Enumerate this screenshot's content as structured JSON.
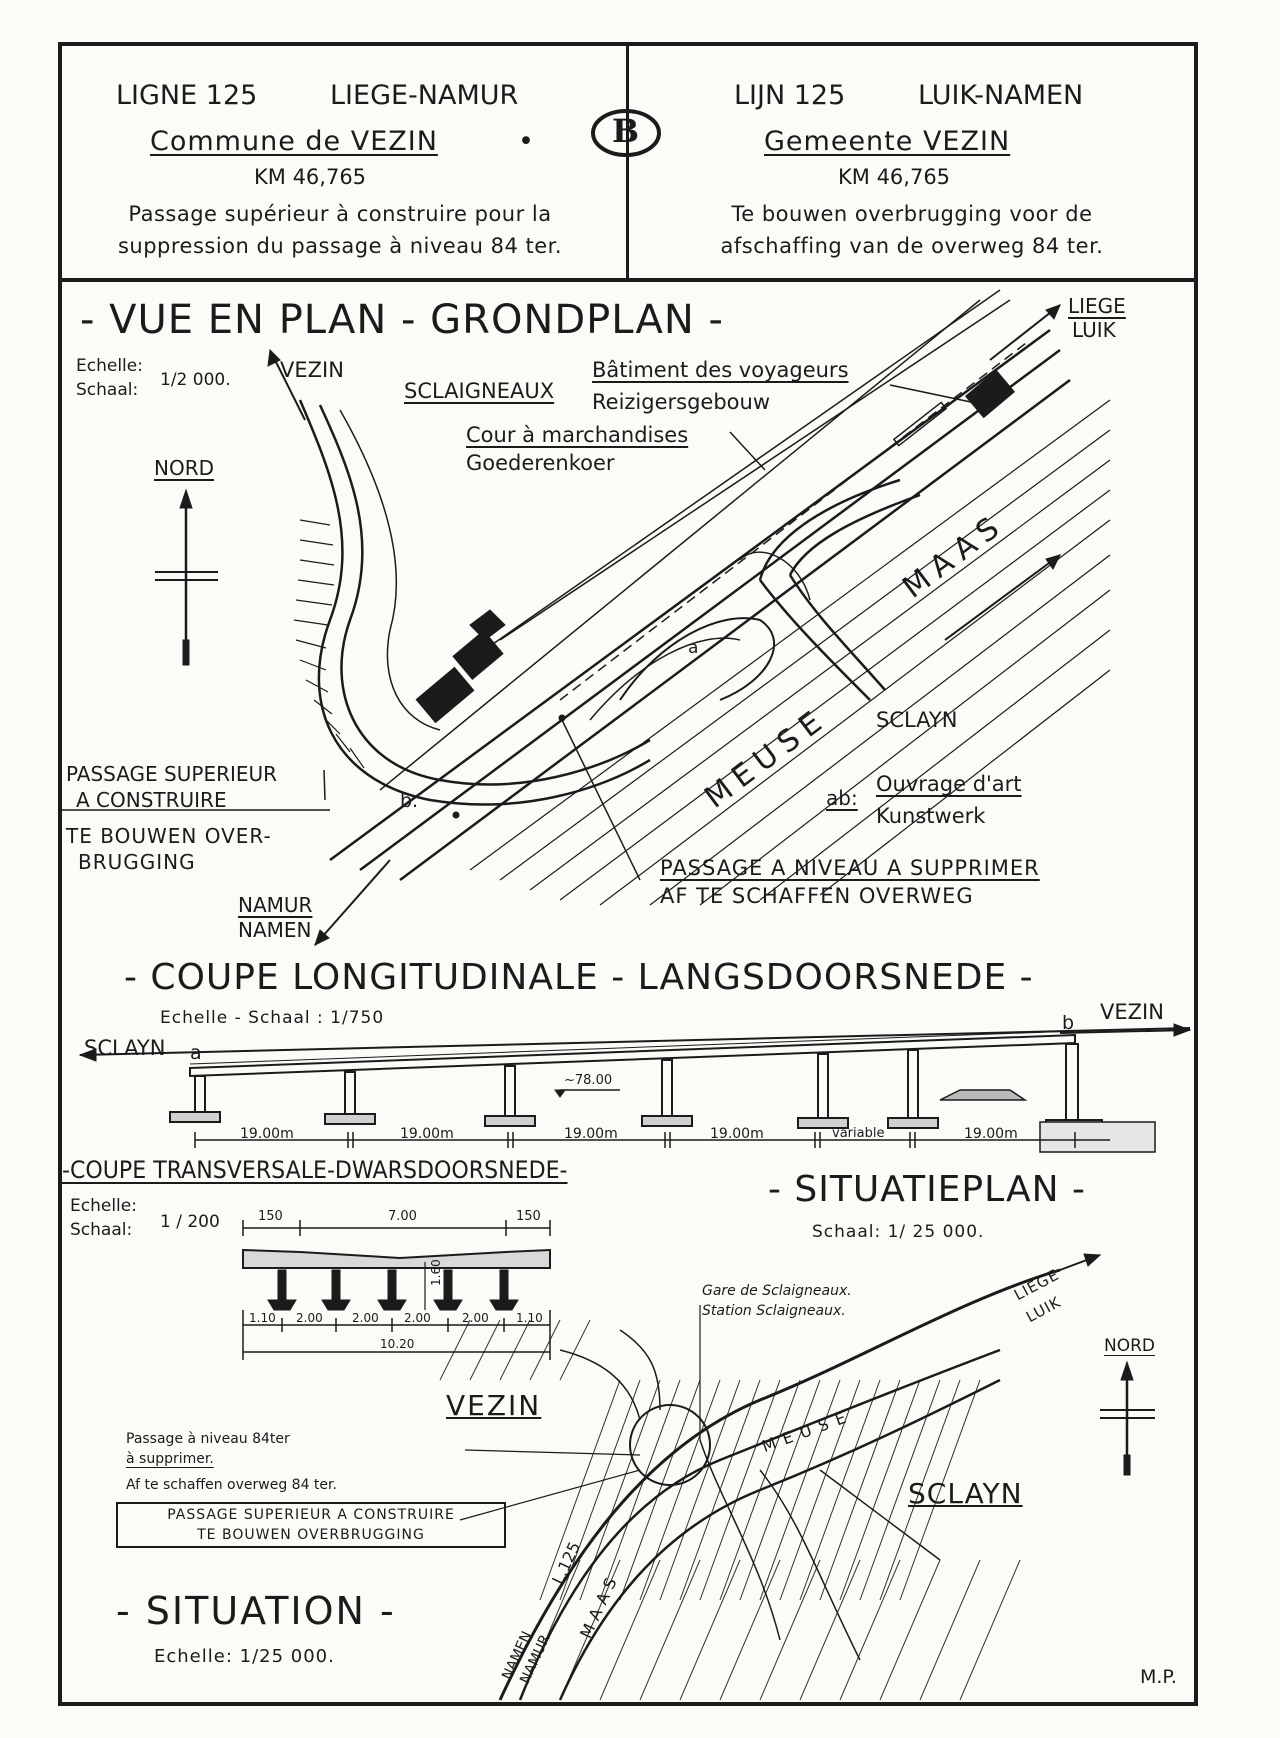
{
  "header": {
    "fr": {
      "line": "LIGNE 125",
      "route": "LIEGE-NAMUR",
      "commune": "Commune de VEZIN",
      "km": "KM 46,765",
      "desc1": "Passage supérieur à construire pour la",
      "desc2": "suppression du passage à niveau 84 ter."
    },
    "nl": {
      "line": "LIJN 125",
      "route": "LUIK-NAMEN",
      "commune": "Gemeente VEZIN",
      "km": "KM 46,765",
      "desc1": "Te bouwen overbrugging voor de",
      "desc2": "afschaffing van de overweg 84 ter."
    },
    "logo": "B",
    "bullet": "•"
  },
  "plan": {
    "title": "- VUE EN PLAN - GRONDPLAN -",
    "scale_label1": "Echelle:",
    "scale_label2": "Schaal:",
    "scale_value": "1/2 000.",
    "vezin": "VEZIN",
    "nord": "NORD",
    "liege": "LIEGE",
    "luik": "LUIK",
    "sclaigneaux": "SCLAIGNEAUX",
    "batiment_fr": "Bâtiment des voyageurs",
    "batiment_nl": "Reizigersgebouw",
    "cour_fr": "Cour à marchandises",
    "cour_nl": "Goederenkoer",
    "maas": "MAAS",
    "meuse": "MEUSE",
    "sclayn": "SCLAYN",
    "pt_a": "a",
    "pt_b": "b.",
    "ab_label": "ab:",
    "ouvrage_fr": "Ouvrage d'art",
    "ouvrage_nl": "Kunstwerk",
    "passage_sup_fr1": "PASSAGE SUPERIEUR",
    "passage_sup_fr2": "A CONSTRUIRE",
    "passage_sup_nl1": "TE BOUWEN OVER-",
    "passage_sup_nl2": "BRUGGING",
    "namur": "NAMUR",
    "namen": "NAMEN",
    "pan_fr": "PASSAGE A NIVEAU A SUPPRIMER",
    "pan_nl": "AF TE SCHAFFEN OVERWEG"
  },
  "longitudinal": {
    "title": "- COUPE LONGITUDINALE - LANGSDOORSNEDE -",
    "scale": "Echelle - Schaal : 1/750",
    "sclayn": "SCLAYN",
    "vezin": "VEZIN",
    "pt_a": "a",
    "pt_b": "b",
    "level": "~78.00",
    "spans": [
      "19.00m",
      "19.00m",
      "19.00m",
      "19.00m",
      "variable",
      "19.00m"
    ]
  },
  "transversal": {
    "title": "-COUPE TRANSVERSALE-DWARSDOORSNEDE-",
    "scale_label1": "Echelle:",
    "scale_label2": "Schaal:",
    "scale_value": "1 / 200",
    "top_dims": [
      "150",
      "7.00",
      "150"
    ],
    "height": "1.60",
    "bottom_dims": [
      "1.10",
      "2.00",
      "2.00",
      "2.00",
      "2.00",
      "1.10"
    ],
    "total": "10.20"
  },
  "situatieplan": {
    "title": "- SITUATIEPLAN -",
    "scale": "Schaal: 1/ 25 000.",
    "gare_fr": "Gare de Sclaigneaux.",
    "gare_nl": "Station Sclaigneaux.",
    "liege": "LIEGE",
    "luik": "LUIK",
    "nord": "NORD",
    "vezin": "VEZIN",
    "meuse": "MEUSE",
    "sclayn": "SCLAYN",
    "pan_fr1": "Passage à niveau 84ter",
    "pan_fr2": "à supprimer.",
    "pan_nl": "Af te schaffen overweg 84 ter.",
    "box_fr": "PASSAGE SUPERIEUR A CONSTRUIRE",
    "box_nl": "TE BOUWEN OVERBRUGGING",
    "l125": "L.125",
    "maas": "MAAS",
    "namen": "NAMEN",
    "namur": "NAMUR"
  },
  "situation": {
    "title": "- SITUATION -",
    "scale": "Echelle: 1/25 000."
  },
  "signature": "M.P."
}
